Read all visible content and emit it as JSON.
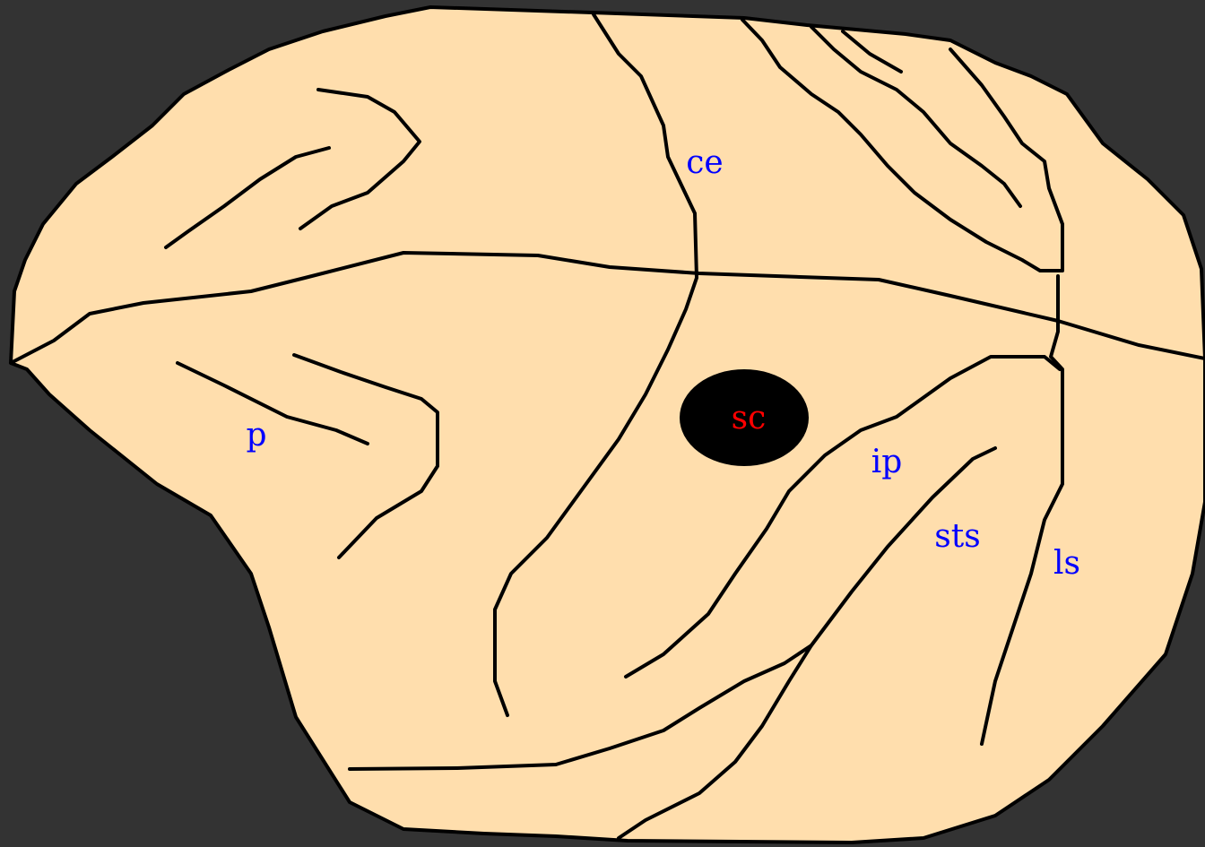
{
  "diagram": {
    "colors": {
      "background": "#333333",
      "brain_fill": "#FFDEAD",
      "outline": "#000000",
      "label": "#0000FF",
      "center_marker": "#000000",
      "center_label": "#FF0000"
    },
    "labels": {
      "ce": "ce",
      "p": "p",
      "ip": "ip",
      "sts": "sts",
      "ls": "ls"
    },
    "center": {
      "label": "sc"
    }
  }
}
